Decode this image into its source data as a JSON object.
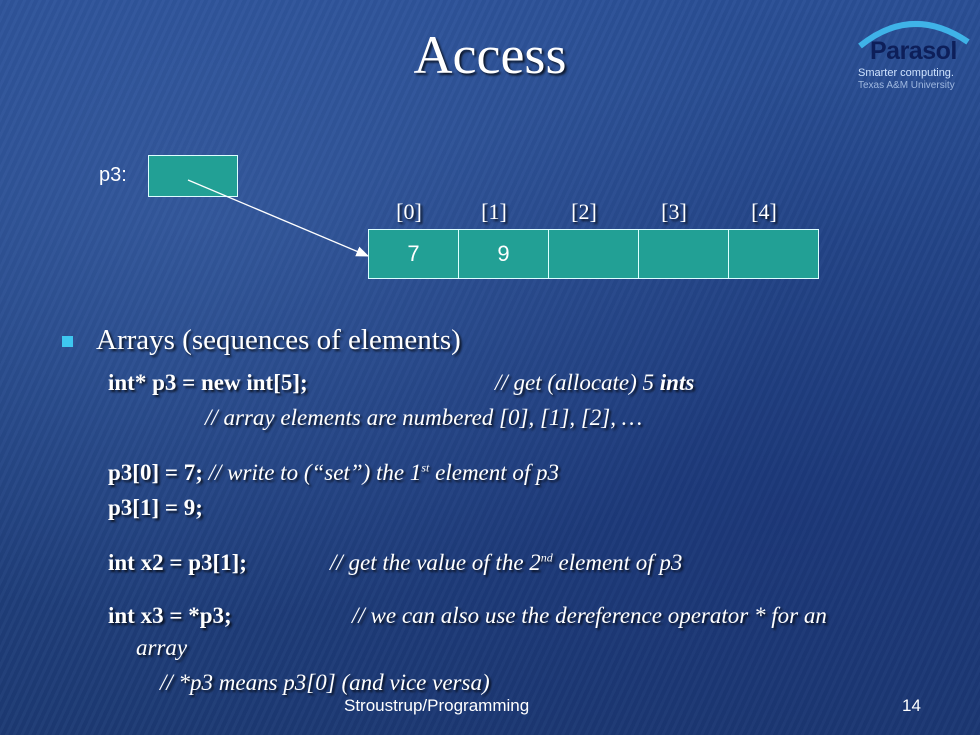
{
  "title": "Access",
  "logo": {
    "brand": "Parasol",
    "tagline": "Smarter computing.",
    "university": "Texas A&M University"
  },
  "diagram": {
    "pointer_label": "p3:",
    "indices": [
      "[0]",
      "[1]",
      "[2]",
      "[3]",
      "[4]"
    ],
    "cells": [
      "7",
      "9",
      "",
      "",
      ""
    ]
  },
  "bullet": "Arrays (sequences of elements)",
  "code": {
    "l1_code": "int* p3 = new int[5];",
    "l1_comment_a": "// get (allocate) 5 ",
    "l1_comment_b": "ints",
    "l2_comment": "// array elements are numbered [0], [1], [2], …",
    "l3_code": "p3[0] = 7;",
    "l3_comment_a": "// write to (“set”) the 1",
    "l3_sup": "st",
    "l3_comment_b": " element  of p3",
    "l4_code": "p3[1] = 9;",
    "l5_code": "int x2 = p3[1];",
    "l5_comment_a": "// get the value of the 2",
    "l5_sup": "nd",
    "l5_comment_b": " element of p3",
    "l6_code": "int x3 = *p3;",
    "l6_comment": "// we can also use the dereference operator * for an",
    "l7_comment": "array",
    "l8_comment": "// *p3 means p3[0]  (and vice versa)"
  },
  "footer": {
    "source": "Stroustrup/Programming",
    "page": "14"
  }
}
